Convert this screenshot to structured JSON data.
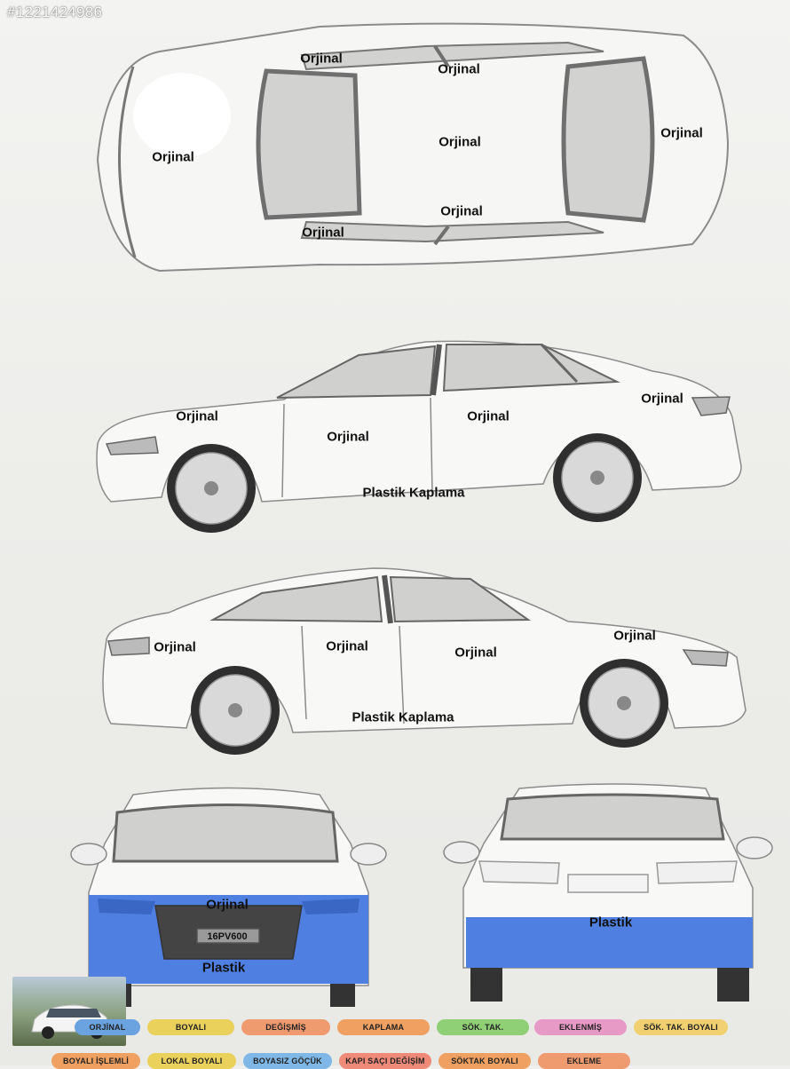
{
  "listing_id": "#1221424986",
  "labels": {
    "top_trunk": "Orjinal",
    "top_roof_upper": "Orjinal",
    "top_roof_center": "Orjinal",
    "top_roof_lower": "Orjinal",
    "top_hood": "Orjinal",
    "top_left_door": "Orjinal",
    "top_right_door": "Orjinal",
    "side1_front_fender": "Orjinal",
    "side1_front_door": "Orjinal",
    "side1_rear_door": "Orjinal",
    "side1_rear_fender": "Orjinal",
    "side1_sill": "Plastik Kaplama",
    "side2_front_fender": "Orjinal",
    "side2_front_door": "Orjinal",
    "side2_rear_door": "Orjinal",
    "side2_rear_fender": "Orjinal",
    "side2_sill": "Plastik Kaplama",
    "front_hood_edge": "Orjinal",
    "front_plate": "16PV600",
    "front_bumper": "Plastik",
    "rear_bumper": "Plastik"
  },
  "legend": [
    {
      "label": "ORJİNAL",
      "color": "#6aa3e0"
    },
    {
      "label": "BOYALI",
      "color": "#e9d15b"
    },
    {
      "label": "DEĞİŞMİŞ",
      "color": "#f09a70"
    },
    {
      "label": "KAPLAMA",
      "color": "#f0a060"
    },
    {
      "label": "SÖK. TAK.",
      "color": "#8fcf75"
    },
    {
      "label": "EKLENMİŞ",
      "color": "#e89ac7"
    },
    {
      "label": "SÖK. TAK. BOYALI",
      "color": "#f0d070"
    },
    {
      "label": "BOYALI İŞLEMLİ",
      "color": "#f0a060"
    },
    {
      "label": "LOKAL BOYALI",
      "color": "#e9d15b"
    },
    {
      "label": "BOYASIZ GÖÇÜK",
      "color": "#7fb8e6"
    },
    {
      "label": "KAPI SAÇI DEĞİŞİM",
      "color": "#f08a78"
    },
    {
      "label": "SÖKTAK BOYALI",
      "color": "#f0a060"
    },
    {
      "label": "EKLEME",
      "color": "#f09a70"
    }
  ],
  "colors": {
    "plastic_blue": "#4f7fe0",
    "line": "#8b8b8b",
    "glass": "#d2d2d0"
  }
}
